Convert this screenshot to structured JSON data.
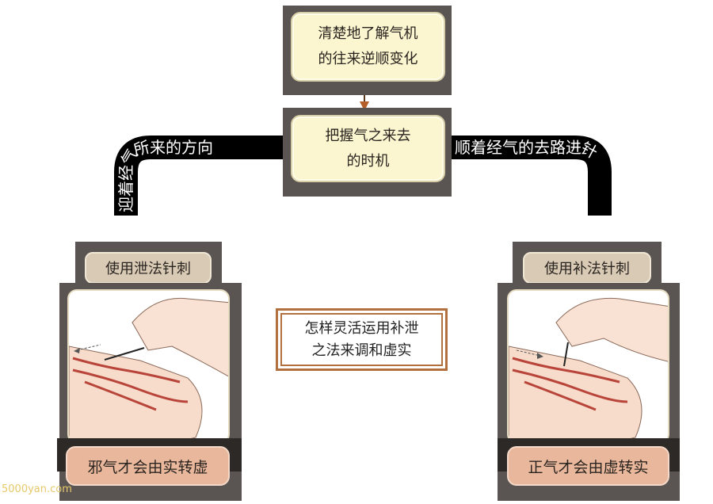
{
  "top_box": {
    "line1": "清楚地了解气机",
    "line2": "的往来逆顺变化"
  },
  "middle_box": {
    "line1": "把握气之来去",
    "line2": "的时机"
  },
  "left_branch": {
    "label": "迎着经气所来的方向",
    "panel_title": "使用泄法针刺",
    "result": "邪气才会由实转虚"
  },
  "right_branch": {
    "label": "顺着经气的去路进针",
    "panel_title": "使用补法针刺",
    "result": "正气才会由虚转实"
  },
  "center_box": {
    "line1": "怎样灵活运用补泄",
    "line2": "之法来调和虚实"
  },
  "watermark": "5000yan.com",
  "colors": {
    "frame": "#5a5552",
    "cream": "#fbf6cf",
    "arrow": "#b5602a",
    "center_border": "#b2703e"
  }
}
